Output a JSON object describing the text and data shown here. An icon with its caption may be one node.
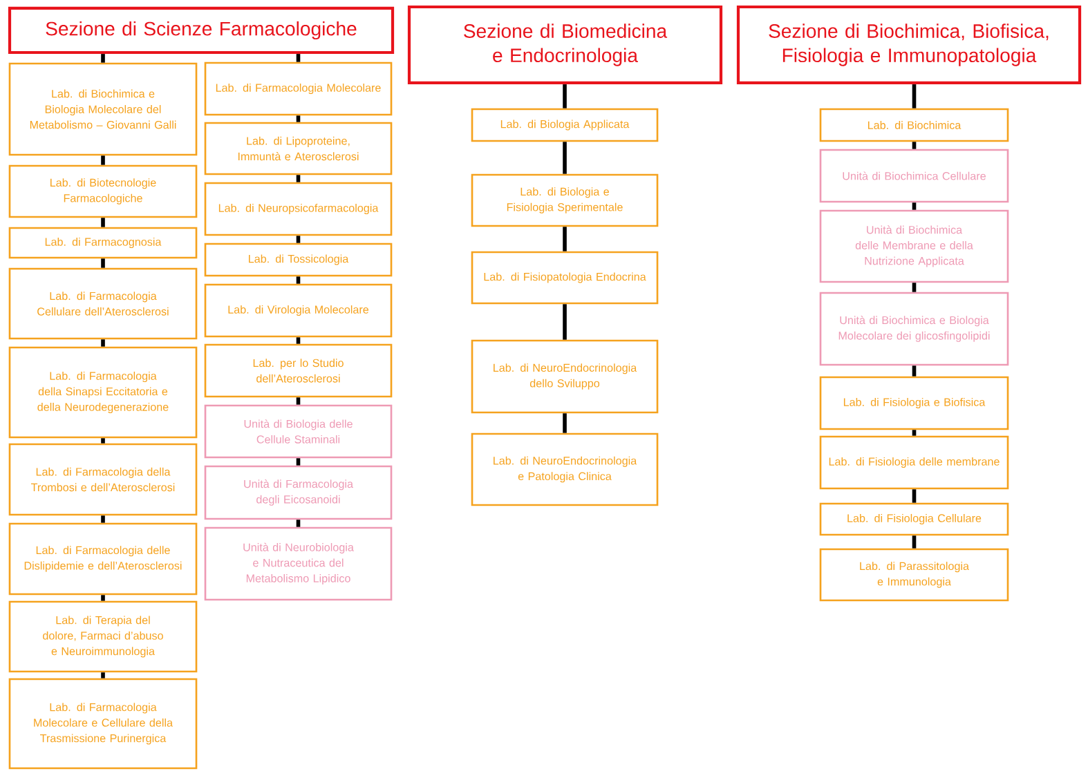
{
  "diagram": {
    "nodes": [
      {
        "text": [
          "Sezione di Scienze Farmacologiche"
        ]
      },
      {
        "text": [
          "Lab. di Biochimica e Biologia Molecolare del Metabolismo – Giovanni Galli"
        ]
      },
      {
        "text": [
          "Lab. di Biotecnologie Farmacologiche"
        ]
      },
      {
        "text": [
          "Lab. di Farmacognosia"
        ]
      },
      {
        "text": [
          "Lab. di Farmacologia Cellulare dell’Aterosclerosi"
        ]
      },
      {
        "text": [
          "Lab. di Farmacologia della Sinapsi Eccitatoria e della Neurodegenerazione"
        ]
      },
      {
        "text": [
          "Lab. di Farmacologia della Trombosi e dell’Aterosclerosi"
        ]
      },
      {
        "text": [
          "Lab. di Farmacologia delle Dislipidemie e dell’Aterosclerosi"
        ]
      },
      {
        "text": [
          "Lab. di Terapia del dolore, Farmaci d’abuso e Neuroimmunologia"
        ]
      },
      {
        "text": [
          "Lab. di Farmacologia Molecolare e Cellulare della Trasmissione Purinergica"
        ]
      },
      {
        "text": [
          "Lab. di Farmacologia Molecolare"
        ]
      },
      {
        "text": [
          "Lab. di Lipoproteine, Immuntà e Aterosclerosi"
        ]
      },
      {
        "text": [
          "Lab. di Neuropsicofarmacologia"
        ]
      },
      {
        "text": [
          "Lab. di Tossicologia"
        ]
      },
      {
        "text": [
          "Lab. di Virologia Molecolare"
        ]
      },
      {
        "text": [
          "Lab. per lo Studio dell’Aterosclerosi"
        ]
      },
      {
        "text": [
          "Unità di Biologia delle Cellule Staminali"
        ]
      },
      {
        "text": [
          "Unità di Farmacologia degli Eicosanoidi"
        ]
      },
      {
        "text": [
          "Unità di Neurobiologia e Nutraceutica del Metabolismo Lipidico"
        ]
      },
      {
        "text": [
          "Sezione di Biomedicina e Endocrinologia"
        ]
      },
      {
        "text": [
          "Lab. di Biologia Applicata"
        ]
      },
      {
        "text": [
          "Lab. di Biologia e Fisiologia Sperimentale"
        ]
      },
      {
        "text": [
          "Lab. di Fisiopatologia Endocrina"
        ]
      },
      {
        "text": [
          "Lab. di NeuroEndocrinologia dello Sviluppo"
        ]
      },
      {
        "text": [
          "Lab. di NeuroEndocrinologia e Patologia Clinica"
        ]
      },
      {
        "text": [
          "Sezione di Biochimica, Biofisica, Fisiologia e Immunopatologia"
        ]
      },
      {
        "text": [
          "Lab. di Biochimica"
        ]
      },
      {
        "text": [
          "Unità di Biochimica Cellulare"
        ]
      },
      {
        "text": [
          "Unità di Biochimica delle Membrane e della Nutrizione Applicata"
        ]
      },
      {
        "text": [
          "Unità di Biochimica e Biologia Molecolare dei glicosfingolipidi"
        ]
      },
      {
        "text": [
          "Lab. di Fisiologia e Biofisica"
        ]
      },
      {
        "text": [
          "Lab. di Fisiologia delle membrane"
        ]
      },
      {
        "text": [
          "Lab. di Fisiologia Cellulare"
        ]
      },
      {
        "text": [
          "Lab. di Parassitologia e Immunologia"
        ]
      }
    ],
    "edges": [
      {
        "from": 0,
        "to": 1,
        "arrow": "none"
      },
      {
        "from": 1,
        "to": 2,
        "arrow": "none"
      },
      {
        "from": 2,
        "to": 3,
        "arrow": "none"
      },
      {
        "from": 3,
        "to": 4,
        "arrow": "none"
      },
      {
        "from": 4,
        "to": 5,
        "arrow": "none"
      },
      {
        "from": 5,
        "to": 6,
        "arrow": "none"
      },
      {
        "from": 6,
        "to": 7,
        "arrow": "none"
      },
      {
        "from": 7,
        "to": 8,
        "arrow": "none"
      },
      {
        "from": 8,
        "to": 9,
        "arrow": "none"
      },
      {
        "from": 0,
        "to": 10,
        "arrow": "none"
      },
      {
        "from": 10,
        "to": 11,
        "arrow": "none"
      },
      {
        "from": 11,
        "to": 12,
        "arrow": "none"
      },
      {
        "from": 12,
        "to": 13,
        "arrow": "none"
      },
      {
        "from": 13,
        "to": 14,
        "arrow": "none"
      },
      {
        "from": 14,
        "to": 15,
        "arrow": "none"
      },
      {
        "from": 15,
        "to": 16,
        "arrow": "none"
      },
      {
        "from": 16,
        "to": 17,
        "arrow": "none"
      },
      {
        "from": 17,
        "to": 18,
        "arrow": "none"
      },
      {
        "from": 19,
        "to": 20,
        "arrow": "none"
      },
      {
        "from": 20,
        "to": 21,
        "arrow": "none"
      },
      {
        "from": 21,
        "to": 22,
        "arrow": "none"
      },
      {
        "from": 22,
        "to": 23,
        "arrow": "none"
      },
      {
        "from": 23,
        "to": 24,
        "arrow": "none"
      },
      {
        "from": 25,
        "to": 26,
        "arrow": "none"
      },
      {
        "from": 26,
        "to": 27,
        "arrow": "none"
      },
      {
        "from": 27,
        "to": 28,
        "arrow": "none"
      },
      {
        "from": 28,
        "to": 29,
        "arrow": "none"
      },
      {
        "from": 29,
        "to": 30,
        "arrow": "none"
      },
      {
        "from": 30,
        "to": 31,
        "arrow": "none"
      },
      {
        "from": 31,
        "to": 32,
        "arrow": "none"
      },
      {
        "from": 32,
        "to": 33,
        "arrow": "none"
      }
    ]
  }
}
